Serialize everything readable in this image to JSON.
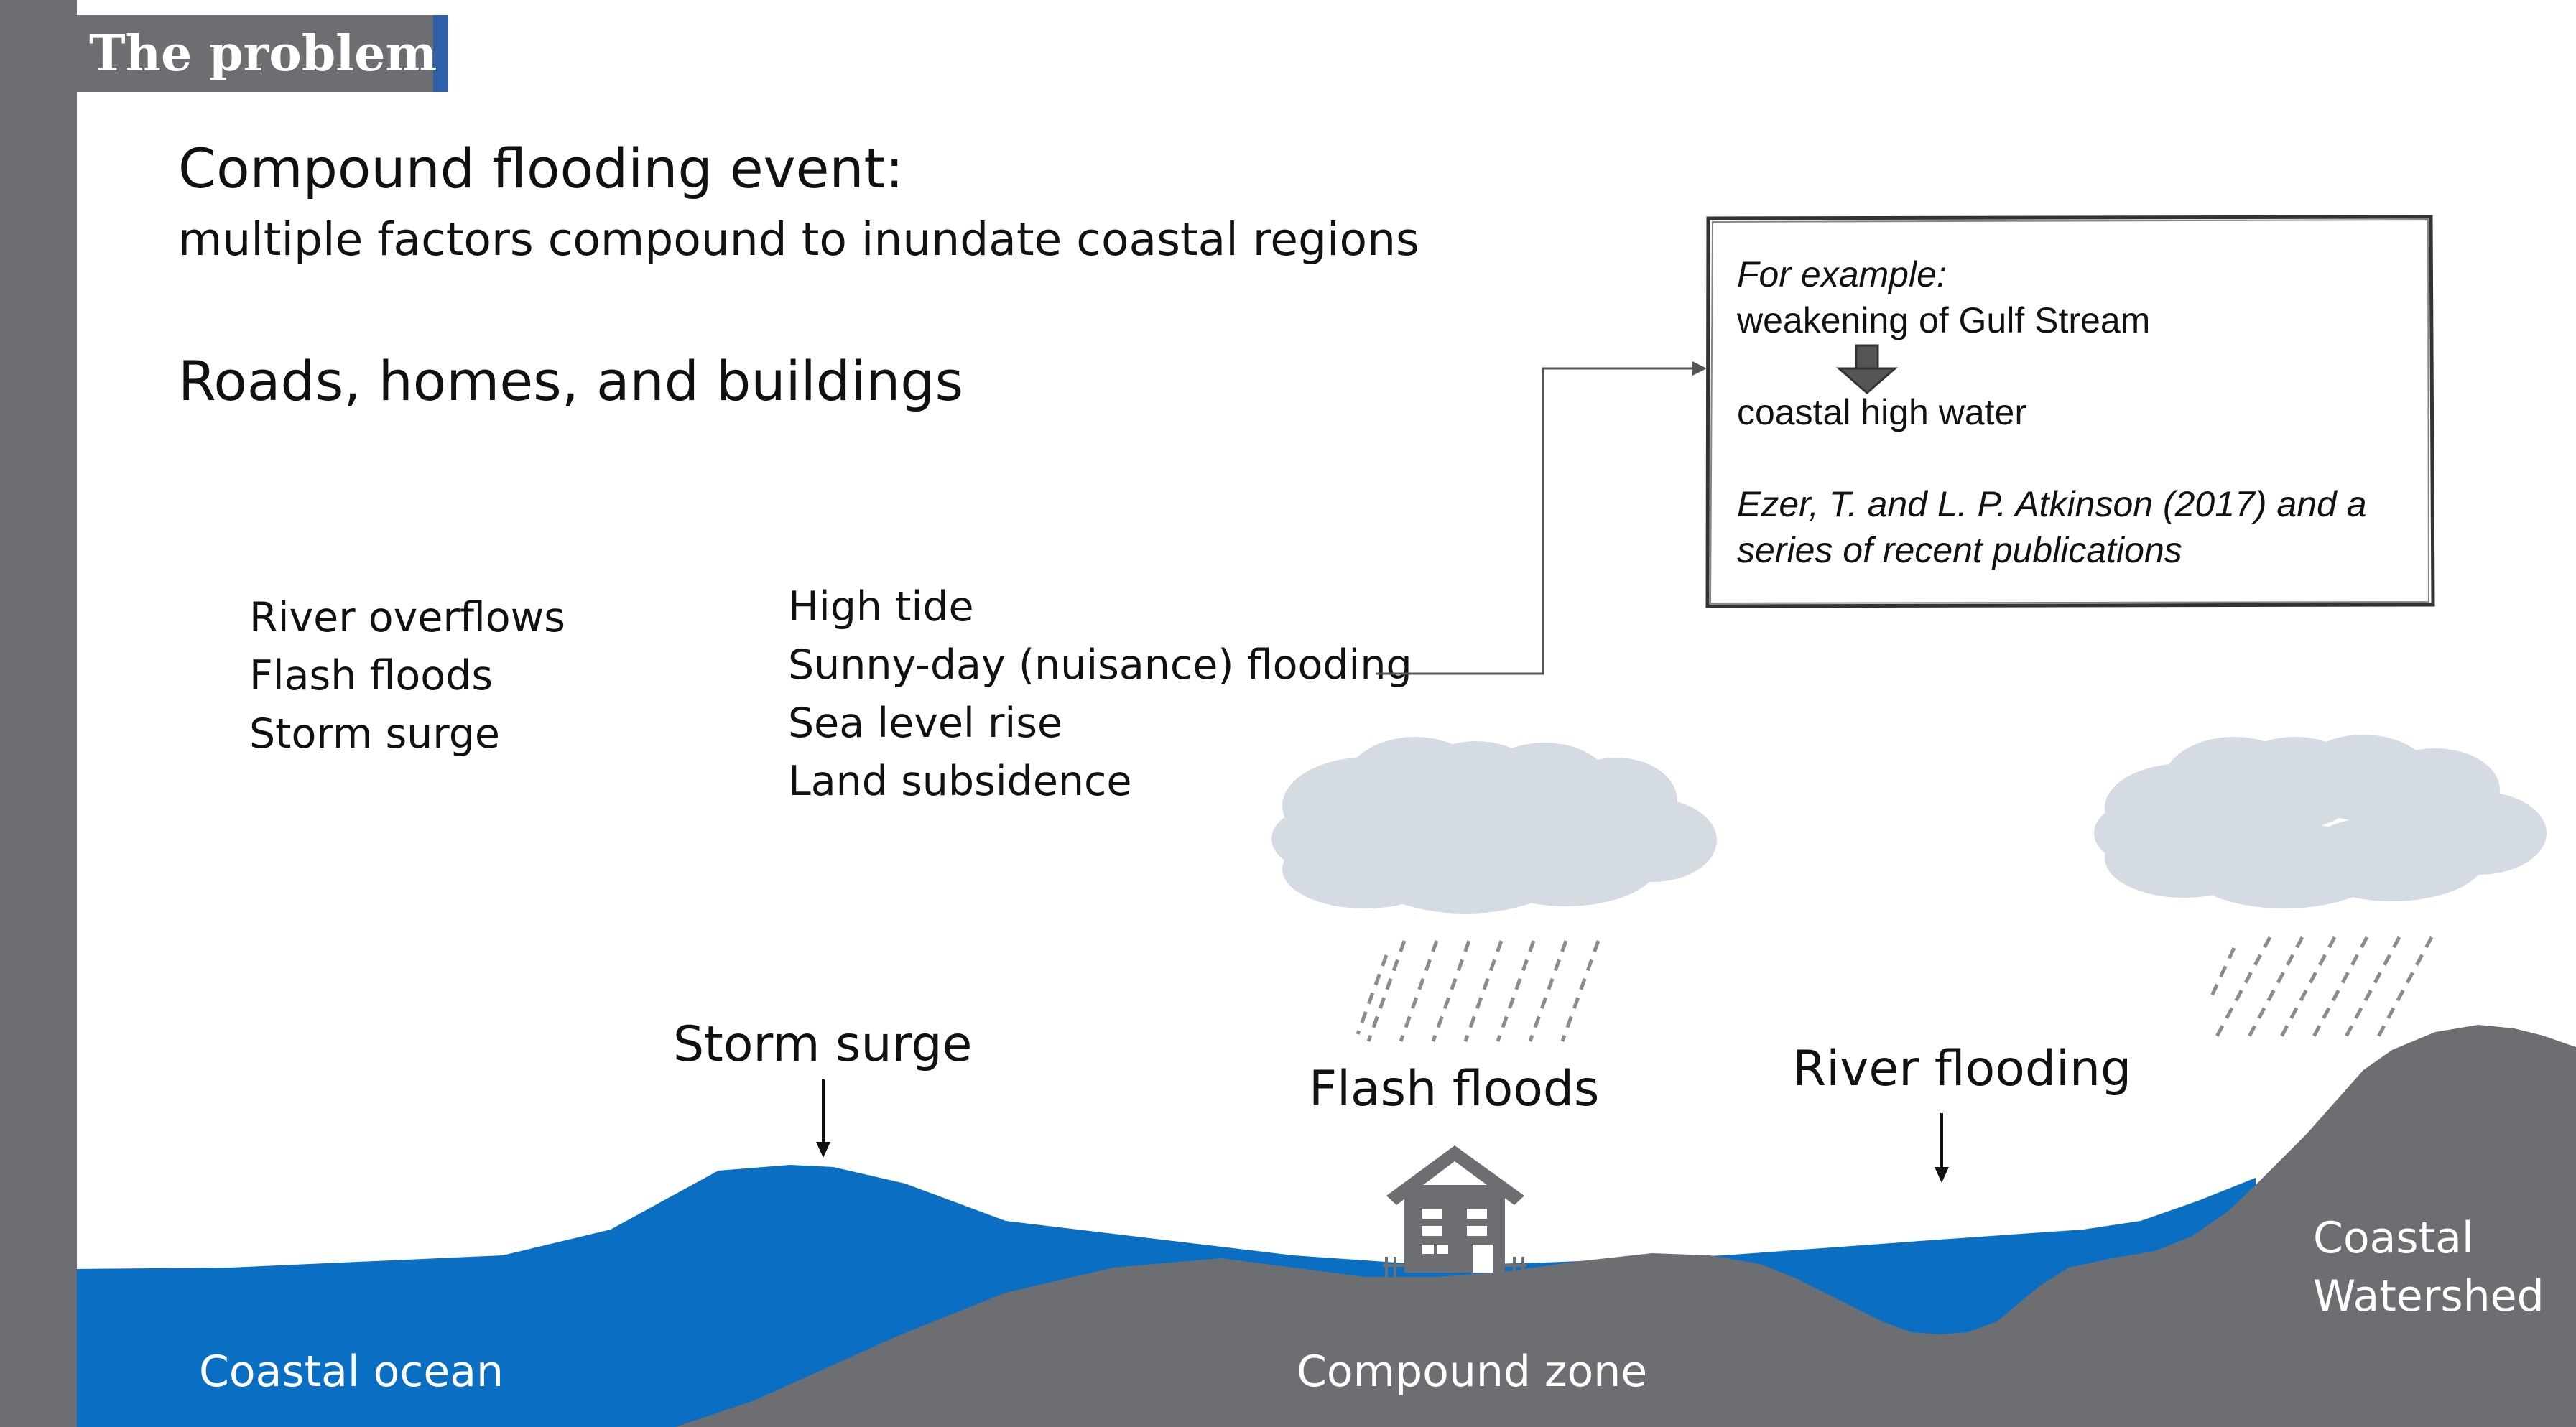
{
  "header": {
    "section_title": "The problem"
  },
  "intro": {
    "heading": "Compound flooding event:",
    "subheading": "multiple factors compound to inundate coastal regions",
    "impacts": "Roads, homes, and buildings"
  },
  "factors_left": [
    "River overflows",
    "Flash floods",
    "Storm surge"
  ],
  "factors_right": [
    "High tide",
    "Sunny-day (nuisance) flooding",
    "Sea level rise",
    "Land subsidence"
  ],
  "example": {
    "label": "For example:",
    "cause": "weakening of Gulf Stream",
    "effect": "coastal high water",
    "citation_line1": "Ezer, T. and L. P. Atkinson (2017) and a",
    "citation_line2": "series of recent publications"
  },
  "diagram": {
    "storm_surge_label": "Storm surge",
    "flash_floods_label": "Flash floods",
    "river_flooding_label": "River flooding",
    "coastal_ocean_label": "Coastal ocean",
    "compound_zone_label": "Compound zone",
    "coastal_watershed_label_line1": "Coastal",
    "coastal_watershed_label_line2": "Watershed",
    "colors": {
      "water": "#0a6fc2",
      "land": "#6d6e72",
      "cloud": "#d4dbe2",
      "rain": "#8c8c8c",
      "house": "#6d6e72",
      "accent": "#2f5fa6"
    }
  }
}
